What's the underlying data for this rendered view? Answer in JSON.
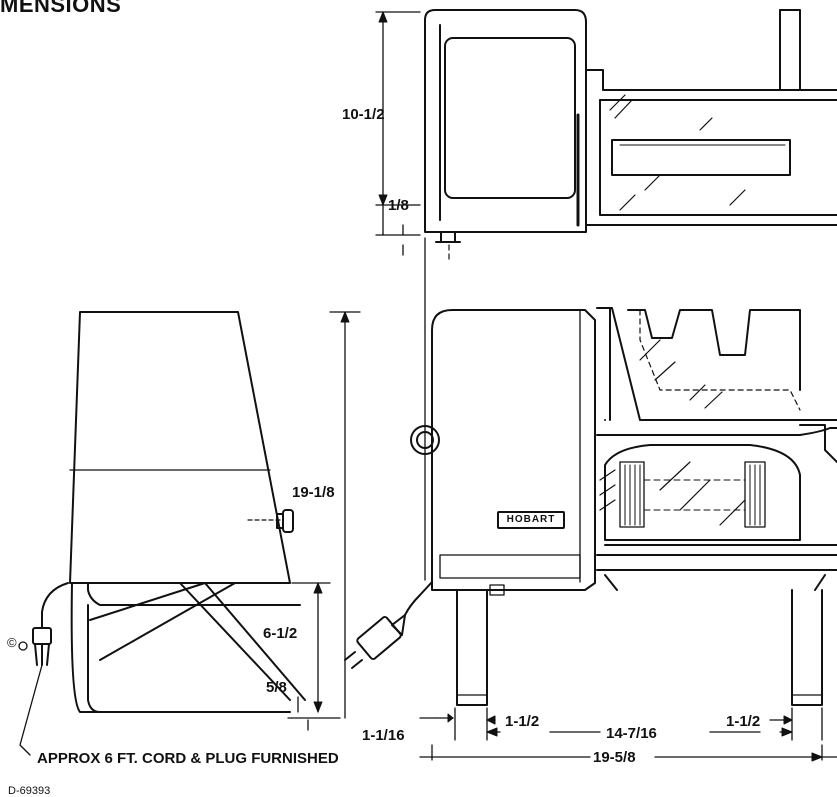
{
  "title": "MENSIONS",
  "dimensions": {
    "top_height": "10-1/2",
    "foot_gap": "1/8",
    "overall_height": "19-1/8",
    "leg_height": "6-1/2",
    "base_offset": "5/8",
    "edge_offset": "1-1/16",
    "leg_inset_left": "1-1/2",
    "center_span": "14-7/16",
    "leg_inset_right": "1-1/2",
    "overall_width": "19-5/8"
  },
  "cord_note": "APPROX 6 FT. CORD & PLUG FURNISHED",
  "brand": "HOBART",
  "ul_mark": "©",
  "drawing_number": "D-69393"
}
